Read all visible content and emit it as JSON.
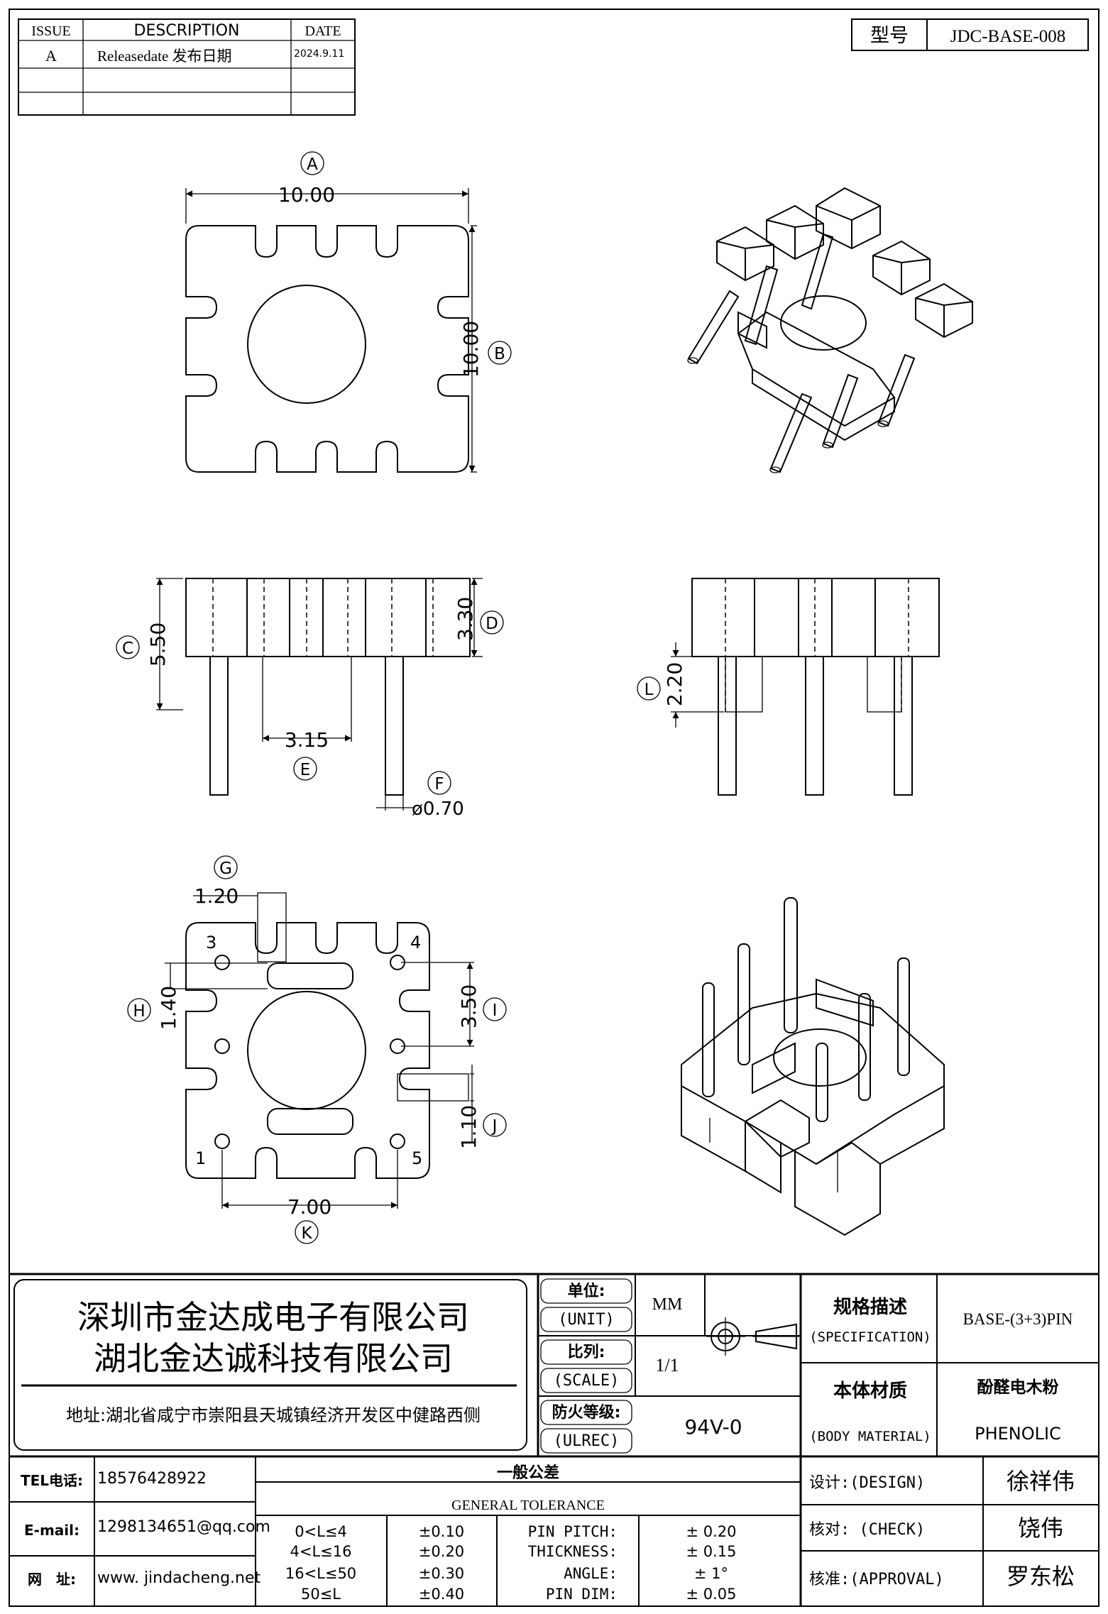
{
  "revision": {
    "headers": {
      "issue": "ISSUE",
      "description": "DESCRIPTION",
      "date": "DATE"
    },
    "rows": [
      {
        "issue": "A",
        "description": "Releasedate 发布日期",
        "date": "2024.9.11"
      }
    ]
  },
  "model": {
    "label": "型号",
    "value": "JDC-BASE-008"
  },
  "dimensions": {
    "A": {
      "tag": "A",
      "value": "10.00"
    },
    "B": {
      "tag": "B",
      "value": "10.00"
    },
    "C": {
      "tag": "C",
      "value": "5.50"
    },
    "D": {
      "tag": "D",
      "value": "3.30"
    },
    "E": {
      "tag": "E",
      "value": "3.15"
    },
    "F": {
      "tag": "F",
      "value": "ø0.70"
    },
    "L": {
      "tag": "L",
      "value": "2.20"
    },
    "G": {
      "tag": "G",
      "value": "1.20"
    },
    "H": {
      "tag": "H",
      "value": "1.40"
    },
    "I": {
      "tag": "I",
      "value": "3.50"
    },
    "J": {
      "tag": "J",
      "value": "1.10"
    },
    "K": {
      "tag": "K",
      "value": "7.00"
    }
  },
  "pins": [
    "1",
    "3",
    "4",
    "5"
  ],
  "company": {
    "name1": "深圳市金达成电子有限公司",
    "name2": "湖北金达诚科技有限公司",
    "address": "地址:湖北省咸宁市崇阳县天城镇经济开发区中健路西侧"
  },
  "unit": {
    "label_cn": "单位:",
    "label_en": "(UNIT)",
    "value": "MM"
  },
  "scale": {
    "label_cn": "比列:",
    "label_en": "(SCALE)",
    "value": "1/1"
  },
  "ulrec": {
    "label_cn": "防火等级:",
    "label_en": "(ULREC)",
    "value": "94V-0"
  },
  "spec": {
    "label_cn": "规格描述",
    "label_en": "(SPECIFICATION)",
    "value": "BASE-(3+3)PIN"
  },
  "material": {
    "label_cn": "本体材质",
    "label_en": "(BODY MATERIAL)",
    "value_cn": "酚醛电木粉",
    "value_en": "PHENOLIC"
  },
  "contact": {
    "tel_label": "TEL电话:",
    "tel": "18576428922",
    "email_label": "E-mail:",
    "email": "1298134651@qq.com",
    "web_label": "网　址:",
    "web": "www. jindacheng.net"
  },
  "tolerance": {
    "title_cn": "一般公差",
    "title_en": "GENERAL TOLERANCE",
    "ranges": [
      {
        "range": "0<L≤4",
        "tol": "±0.10"
      },
      {
        "range": "4<L≤16",
        "tol": "±0.20"
      },
      {
        "range": "16<L≤50",
        "tol": "±0.30"
      },
      {
        "range": "50≤L",
        "tol": "±0.40"
      }
    ],
    "items": [
      {
        "name": "PIN PITCH:",
        "tol": "±  0.20"
      },
      {
        "name": "THICKNESS:",
        "tol": "±  0.15"
      },
      {
        "name": "ANGLE:",
        "tol": "±  1°"
      },
      {
        "name": "PIN DIM:",
        "tol": "±  0.05"
      }
    ]
  },
  "signoff": {
    "design_label": "设计:(DESIGN)",
    "design": "徐祥伟",
    "check_label": "核对: (CHECK)",
    "check": "饶伟",
    "approval_label": "核准:(APPROVAL)",
    "approval": "罗东松"
  }
}
